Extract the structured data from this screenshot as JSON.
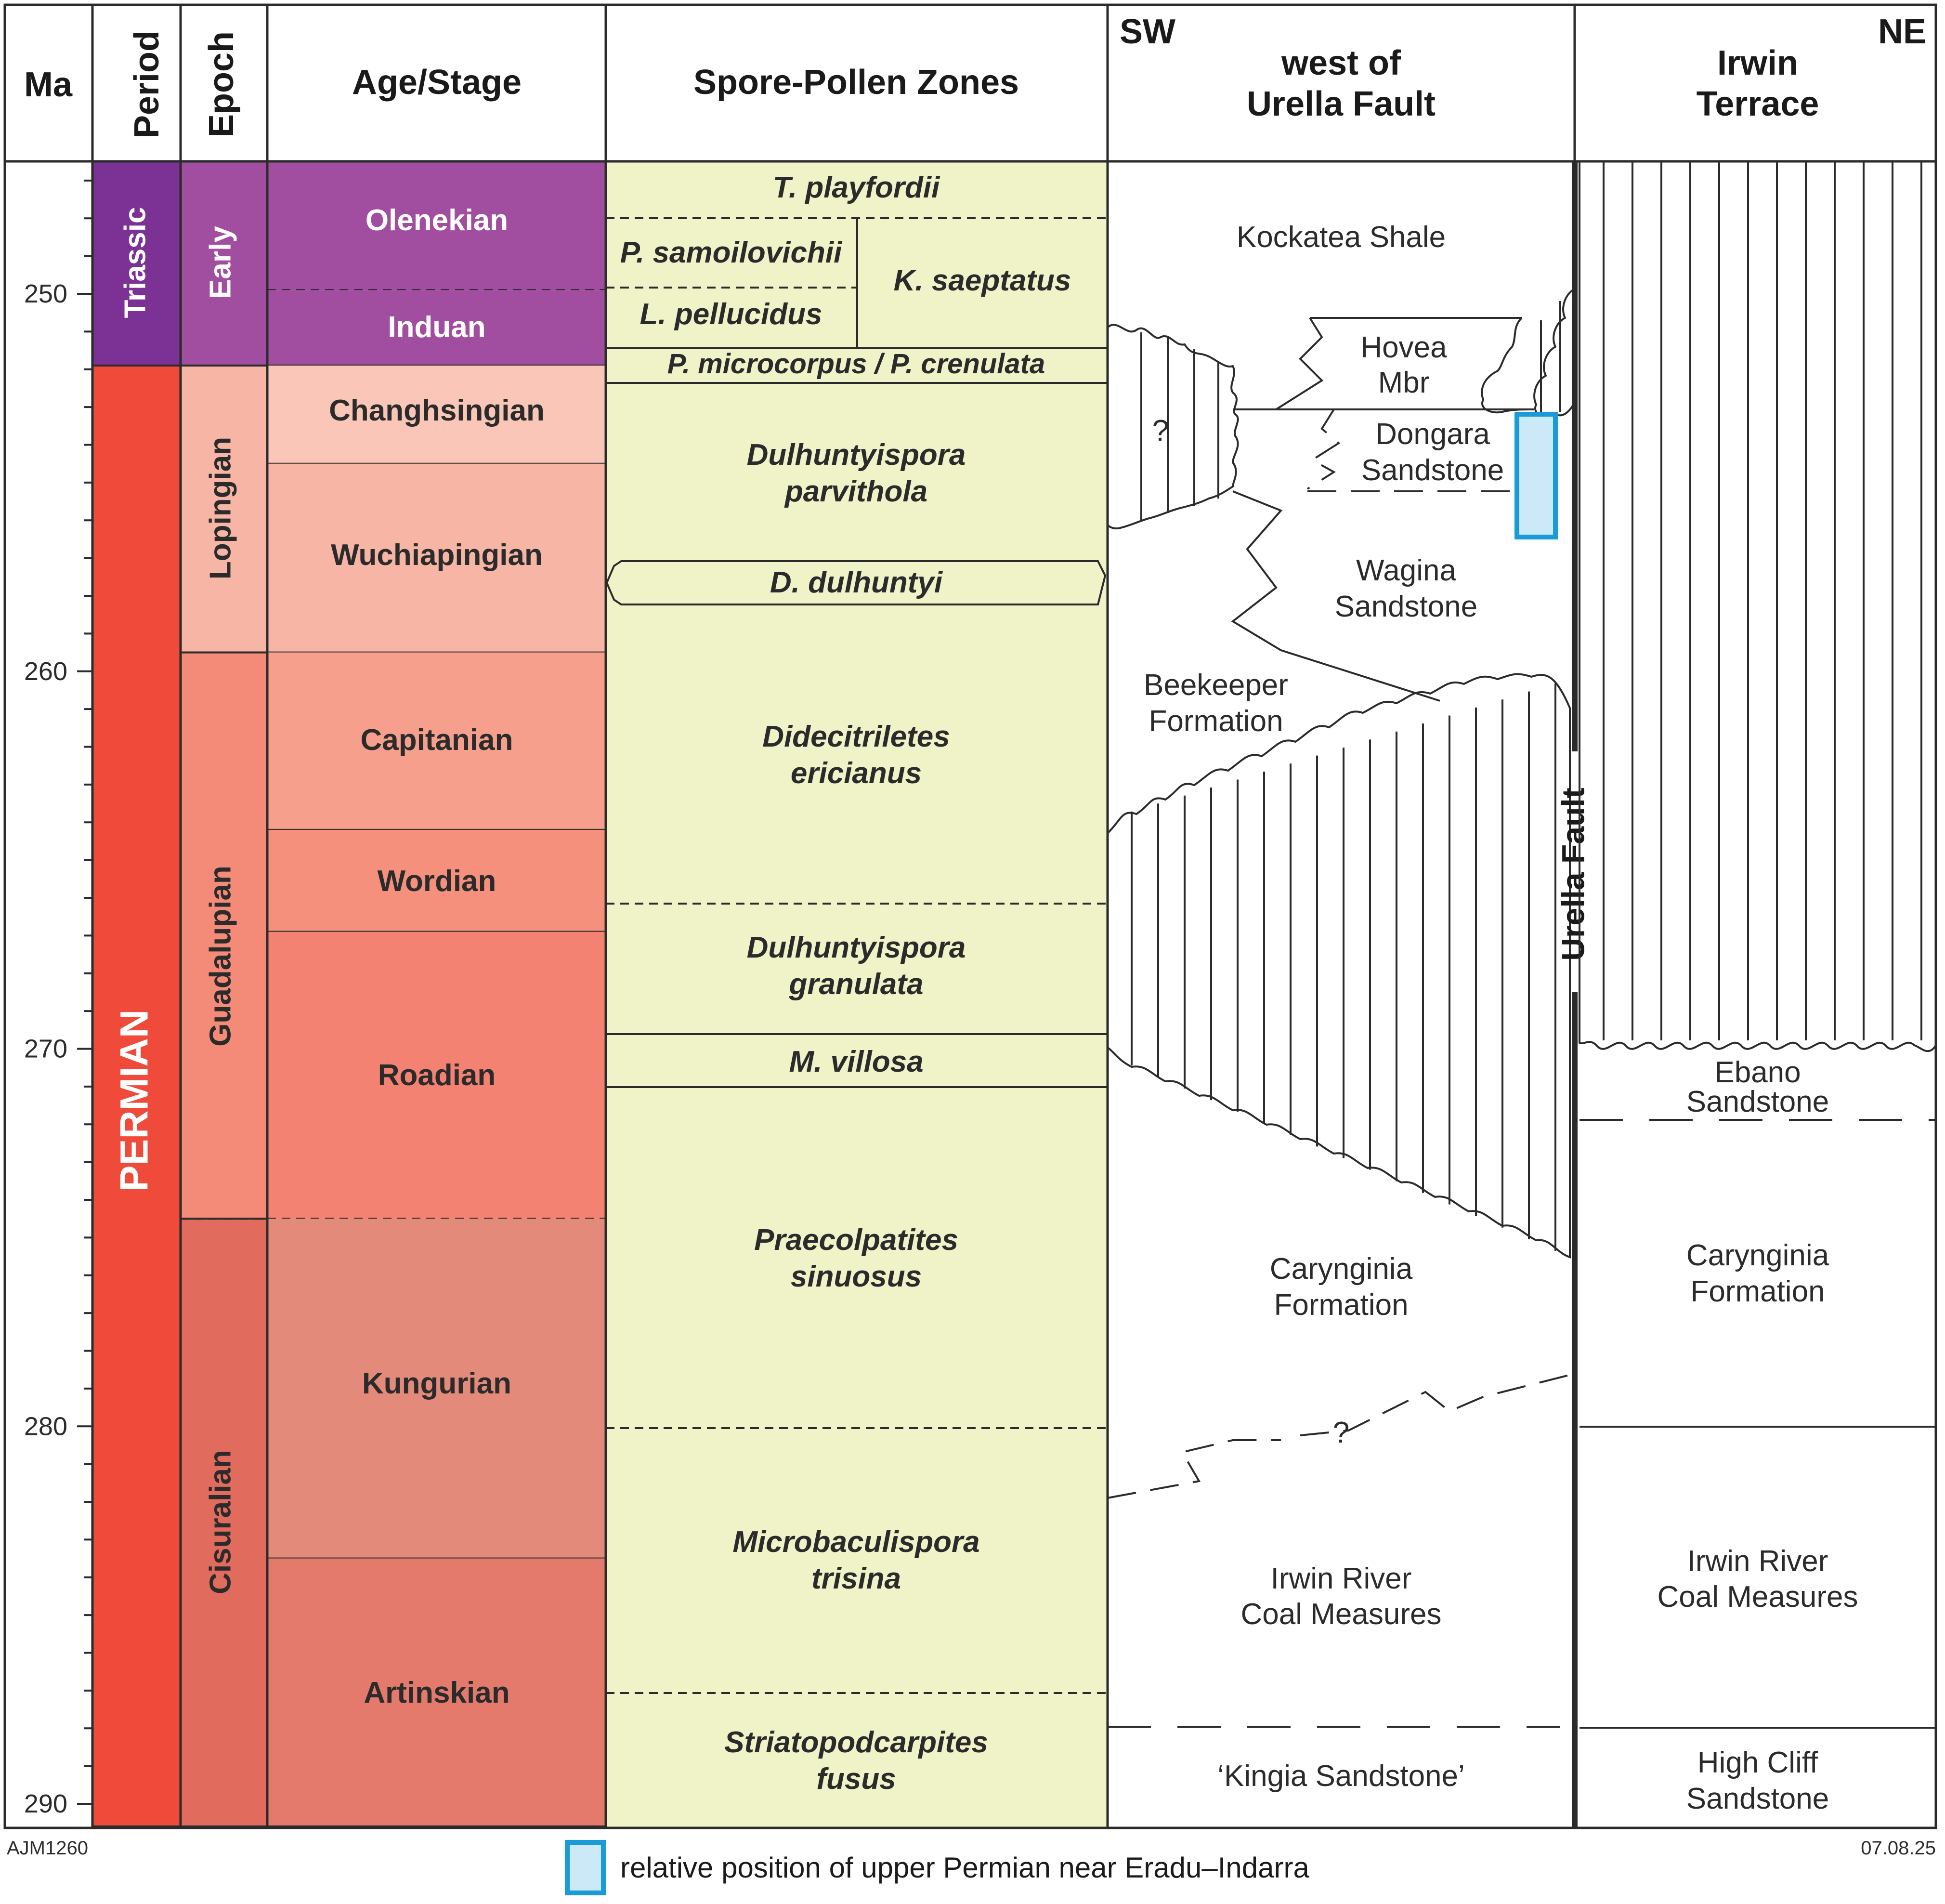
{
  "headers": {
    "ma": "Ma",
    "period": "Period",
    "epoch": "Epoch",
    "age_stage": "Age/Stage",
    "zones": "Spore-Pollen Zones",
    "sw": "SW",
    "west_line1": "west of",
    "west_line2": "Urella Fault",
    "ne": "NE",
    "irwin_line1": "Irwin",
    "irwin_line2": "Terrace"
  },
  "ma_ticks": [
    "250",
    "260",
    "270",
    "280",
    "290"
  ],
  "periods": [
    {
      "name": "Triassic",
      "top_ma": 245.8,
      "base_ma": 251.9,
      "color": "#7b3294"
    },
    {
      "name": "PERMIAN",
      "top_ma": 251.9,
      "base_ma": 290.6,
      "color": "#ef4a3a"
    }
  ],
  "epochs": [
    {
      "name": "Early",
      "top_ma": 245.8,
      "base_ma": 251.9,
      "color": "#a24ea0"
    },
    {
      "name": "Lopingian",
      "top_ma": 251.9,
      "base_ma": 259.5,
      "color": "#f7b6a5"
    },
    {
      "name": "Guadalupian",
      "top_ma": 259.5,
      "base_ma": 274.5,
      "color": "#f48b78"
    },
    {
      "name": "Cisuralian",
      "top_ma": 274.5,
      "base_ma": 290.6,
      "color": "#e16b5c"
    }
  ],
  "stages": [
    {
      "name": "Olenekian",
      "top_ma": 245.8,
      "base_ma": 249.9,
      "color": "#a24ea0",
      "dashed_base": true
    },
    {
      "name": "Induan",
      "top_ma": 249.9,
      "base_ma": 251.9,
      "color": "#a24ea0"
    },
    {
      "name": "Changhsingian",
      "top_ma": 251.9,
      "base_ma": 254.5,
      "color": "#f9c6b8"
    },
    {
      "name": "Wuchiapingian",
      "top_ma": 254.5,
      "base_ma": 259.5,
      "color": "#f7b6a5"
    },
    {
      "name": "Capitanian",
      "top_ma": 259.5,
      "base_ma": 264.2,
      "color": "#f69f8c"
    },
    {
      "name": "Wordian",
      "top_ma": 264.2,
      "base_ma": 266.9,
      "color": "#f5907d"
    },
    {
      "name": "Roadian",
      "top_ma": 266.9,
      "base_ma": 274.5,
      "color": "#f48272",
      "dashed_base": true
    },
    {
      "name": "Kungurian",
      "top_ma": 274.5,
      "base_ma": 283.5,
      "color": "#e48a7a"
    },
    {
      "name": "Artinskian",
      "top_ma": 283.5,
      "base_ma": 290.6,
      "color": "#e37a6b"
    }
  ],
  "zones": [
    {
      "name": "T. playfordii",
      "top_ma": 245.8,
      "base_ma": 247.3
    },
    {
      "name": "P. samoilovichii",
      "top_ma": 247.3,
      "base_ma": 249.9
    },
    {
      "name": "L. pellucidus",
      "top_ma": 249.9,
      "base_ma": 251.5
    },
    {
      "name": "K. saeptatus",
      "top_ma": 247.3,
      "base_ma": 251.5
    },
    {
      "name": "P. microcorpus / P. crenulata",
      "top_ma": 251.5,
      "base_ma": 252.4
    },
    {
      "name": "Dulhuntyispora parvithola",
      "top_ma": 252.4,
      "base_ma": 257.5
    },
    {
      "name": "D. dulhuntyi",
      "top_ma": 257.5,
      "base_ma": 258.5
    },
    {
      "name": "Didecitriletes ericianus",
      "top_ma": 258.5,
      "base_ma": 266.1
    },
    {
      "name": "Dulhuntyispora granulata",
      "top_ma": 266.1,
      "base_ma": 269.6
    },
    {
      "name": "M. villosa",
      "top_ma": 269.6,
      "base_ma": 271.0
    },
    {
      "name": "Praecolpatites sinuosus",
      "top_ma": 271.0,
      "base_ma": 280.0
    },
    {
      "name": "Microbaculispora trisina",
      "top_ma": 280.0,
      "base_ma": 287.0
    },
    {
      "name": "Striatopodcarpites fusus",
      "top_ma": 287.0,
      "base_ma": 290.6
    }
  ],
  "west_units": {
    "kockatea": "Kockatea Shale",
    "hovea_1": "Hovea",
    "hovea_2": "Mbr",
    "dongara_1": "Dongara",
    "dongara_2": "Sandstone",
    "wagina_1": "Wagina",
    "wagina_2": "Sandstone",
    "beekeeper_1": "Beekeeper",
    "beekeeper_2": "Formation",
    "carynginia_1": "Carynginia",
    "carynginia_2": "Formation",
    "irwin_river_1": "Irwin River",
    "irwin_river_2": "Coal Measures",
    "kingia": "‘Kingia Sandstone’",
    "query_1": "?",
    "query_2": "?"
  },
  "fault_label": "Urella Fault",
  "irwin_units": {
    "ebano_1": "Ebano",
    "ebano_2": "Sandstone",
    "carynginia_1": "Carynginia",
    "carynginia_2": "Formation",
    "irwin_river_1": "Irwin River",
    "irwin_river_2": "Coal Measures",
    "high_cliff_1": "High Cliff",
    "high_cliff_2": "Sandstone"
  },
  "footer": {
    "left_code": "AJM1260",
    "date": "07.08.25",
    "legend_text": "relative position of upper Permian near Eradu–Indarra"
  },
  "colors": {
    "zone_fill": "#f0f2c8",
    "legend_fill": "#cce9f8",
    "legend_stroke": "#1a9bd7",
    "line": "#2b2b2b"
  }
}
